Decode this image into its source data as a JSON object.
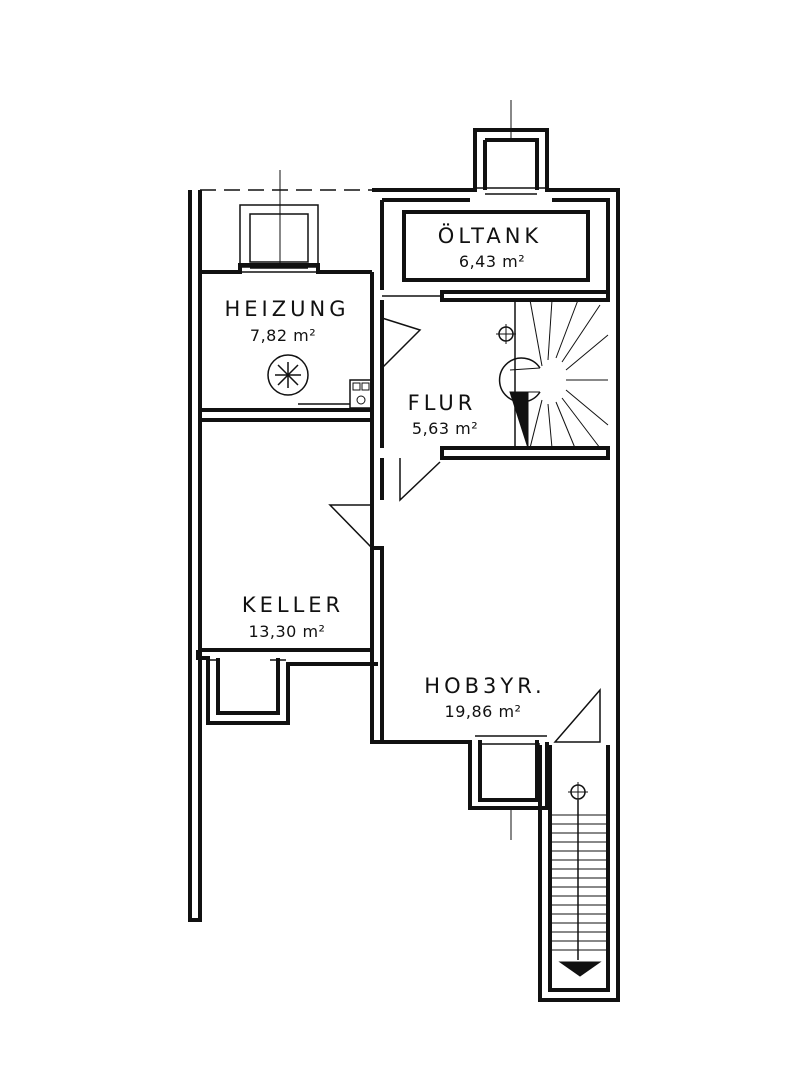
{
  "rooms": [
    {
      "name": "ÖLTANK",
      "area": "6,43 m²"
    },
    {
      "name": "HEIZUNG",
      "area": "7,82 m²"
    },
    {
      "name": "FLUR",
      "area": "5,63 m²"
    },
    {
      "name": "KELLER",
      "area": "13,30 m²"
    },
    {
      "name": "HOB3YR.",
      "area": "19,86 m²"
    }
  ],
  "colors": {
    "line": "#111111",
    "background": "#ffffff"
  }
}
